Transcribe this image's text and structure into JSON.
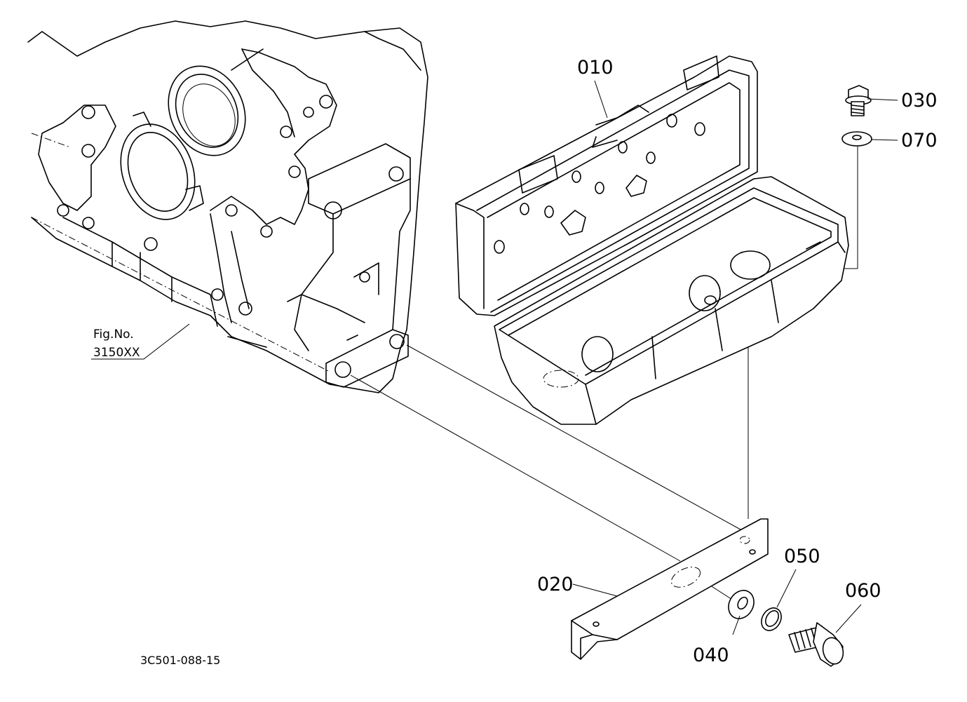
{
  "figure": {
    "drawing_code": "3C501-088-15",
    "fig_reference": {
      "line1": "Fig.No.",
      "line2": "3150XX"
    }
  },
  "parts": [
    {
      "number": "010",
      "name": "toolbox"
    },
    {
      "number": "020",
      "name": "bracket"
    },
    {
      "number": "030",
      "name": "flange-bolt"
    },
    {
      "number": "040",
      "name": "washer"
    },
    {
      "number": "050",
      "name": "spring-washer"
    },
    {
      "number": "060",
      "name": "bolt"
    },
    {
      "number": "070",
      "name": "washer"
    }
  ]
}
